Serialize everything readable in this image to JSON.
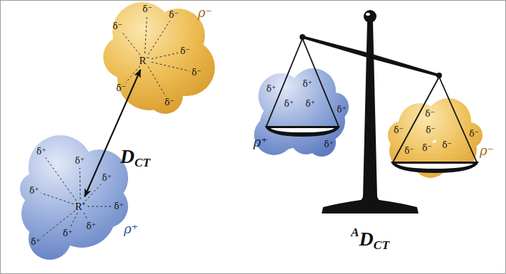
{
  "diagram": {
    "nodes": [
      {
        "text": [
          "ρ⁻",
          "δ⁻",
          "δ⁻",
          "δ⁻",
          "δ⁻",
          "R⁻",
          "δ⁻",
          "δ⁻",
          "δ⁻"
        ]
      },
      {
        "text": [
          "δ⁺",
          "δ⁺",
          "δ⁺",
          "δ⁺",
          "R⁺",
          "δ⁺",
          "ρ⁺",
          "δ⁺",
          "δ⁺",
          "δ⁺"
        ]
      },
      {
        "text": [
          "δ⁺",
          "δ⁺",
          "δ⁺",
          "δ⁺",
          "δ⁺",
          "ρ⁺",
          "δ⁺"
        ]
      },
      {
        "text": [
          "δ⁻",
          "δ⁻",
          "δ⁻",
          "δ⁻",
          "δ⁻",
          "δ⁻",
          "δ⁻",
          "ρ⁻"
        ]
      }
    ],
    "edges": [
      {
        "from": 0,
        "to": 1,
        "arrow": "both",
        "label": "DCT"
      }
    ],
    "labels": [
      "ADCT"
    ]
  }
}
